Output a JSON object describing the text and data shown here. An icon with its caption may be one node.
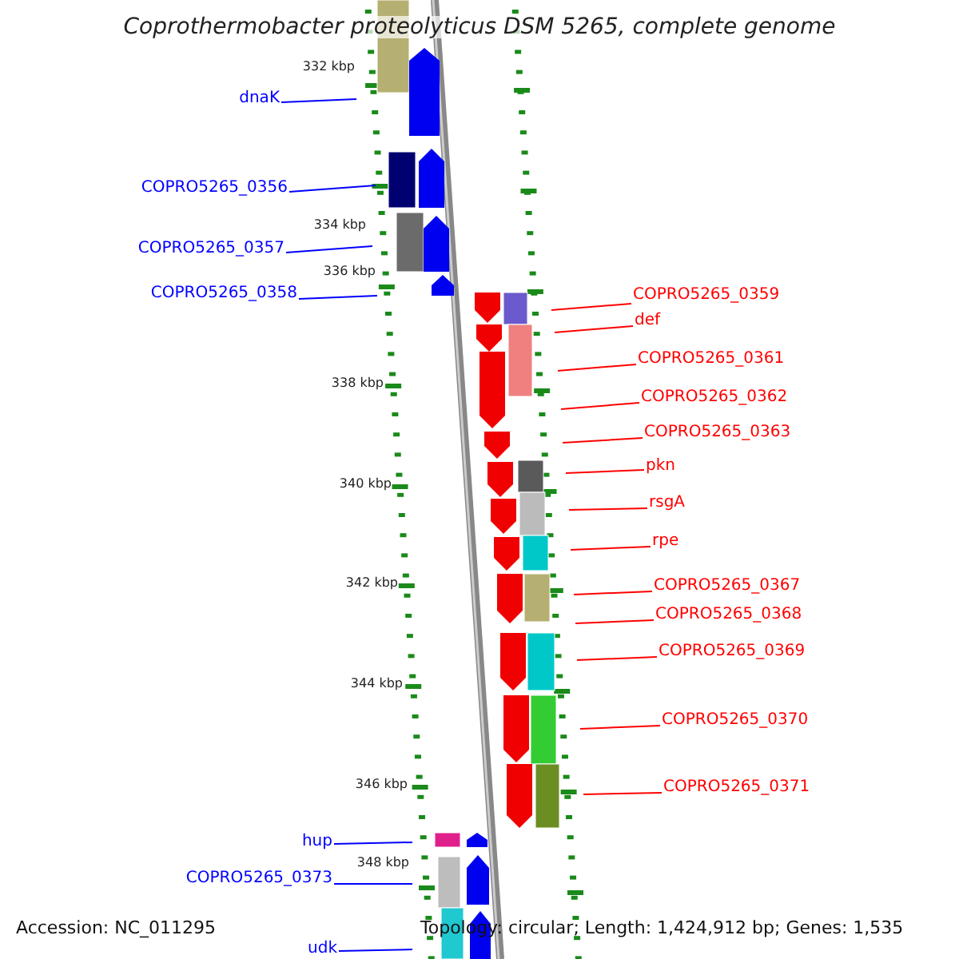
{
  "diagram": {
    "title": "Coprothermobacter proteolyticus DSM 5265, complete genome",
    "nodes": [
      {
        "text": [
          "dnaK"
        ]
      },
      {
        "text": [
          "COPRO5265_0356"
        ]
      },
      {
        "text": [
          "COPRO5265_0357"
        ]
      },
      {
        "text": [
          "COPRO5265_0358"
        ]
      },
      {
        "text": [
          "COPRO5265_0359"
        ]
      },
      {
        "text": [
          "def"
        ]
      },
      {
        "text": [
          "COPRO5265_0361"
        ]
      },
      {
        "text": [
          "COPRO5265_0362"
        ]
      },
      {
        "text": [
          "COPRO5265_0363"
        ]
      },
      {
        "text": [
          "pkn"
        ]
      },
      {
        "text": [
          "rsgA"
        ]
      },
      {
        "text": [
          "rpe"
        ]
      },
      {
        "text": [
          "COPRO5265_0367"
        ]
      },
      {
        "text": [
          "COPRO5265_0368"
        ]
      },
      {
        "text": [
          "COPRO5265_0369"
        ]
      },
      {
        "text": [
          "COPRO5265_0370"
        ]
      },
      {
        "text": [
          "COPRO5265_0371"
        ]
      },
      {
        "text": [
          "hup"
        ]
      },
      {
        "text": [
          "COPRO5265_0373"
        ]
      },
      {
        "text": [
          "udk"
        ]
      }
    ],
    "edges": [
      {
        "from": 0,
        "to": null,
        "arrow": "none",
        "color": "#0000ff"
      },
      {
        "from": 1,
        "to": null,
        "arrow": "none",
        "color": "#0000ff"
      },
      {
        "from": 2,
        "to": null,
        "arrow": "none",
        "color": "#0000ff"
      },
      {
        "from": 3,
        "to": null,
        "arrow": "none",
        "color": "#0000ff"
      },
      {
        "from": 4,
        "to": null,
        "arrow": "none"
      },
      {
        "from": 5,
        "to": null,
        "arrow": "none"
      },
      {
        "from": 6,
        "to": null,
        "arrow": "none"
      },
      {
        "from": 7,
        "to": null,
        "arrow": "none"
      },
      {
        "from": 8,
        "to": null,
        "arrow": "none"
      },
      {
        "from": 9,
        "to": null,
        "arrow": "none"
      },
      {
        "from": 10,
        "to": null,
        "arrow": "none"
      },
      {
        "from": 11,
        "to": null,
        "arrow": "none"
      },
      {
        "from": 12,
        "to": null,
        "arrow": "none"
      },
      {
        "from": 13,
        "to": null,
        "arrow": "none"
      },
      {
        "from": 14,
        "to": null,
        "arrow": "none"
      },
      {
        "from": 15,
        "to": null,
        "arrow": "none"
      },
      {
        "from": 16,
        "to": null,
        "arrow": "none"
      },
      {
        "from": 17,
        "to": null,
        "arrow": "none",
        "color": "#0000ff"
      },
      {
        "from": 18,
        "to": null,
        "arrow": "none",
        "color": "#0000ff"
      },
      {
        "from": 19,
        "to": null,
        "arrow": "none",
        "color": "#0000ff"
      }
    ],
    "labels": [
      "332 kbp",
      "334 kbp",
      "336 kbp",
      "338 kbp",
      "340 kbp",
      "342 kbp",
      "344 kbp",
      "346 kbp",
      "348 kbp",
      "Accession: NC_011295",
      "Topology: circular; Length: 1,424,912 bp; Genes: 1,535"
    ]
  }
}
